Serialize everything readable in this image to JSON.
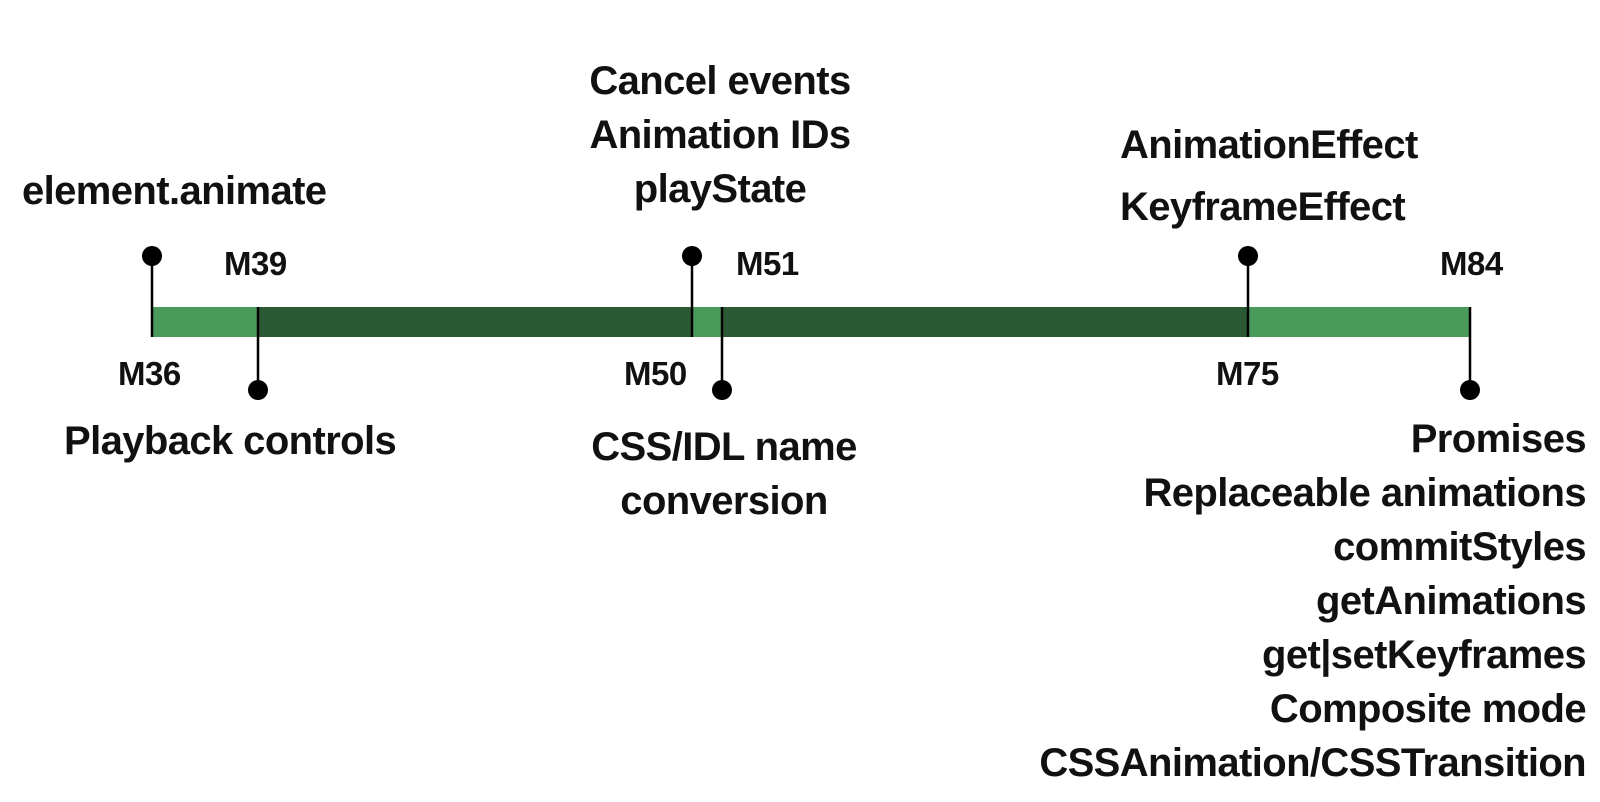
{
  "colors": {
    "light_green": "#4a9a5c",
    "dark_green": "#2a5a33",
    "marker": "#000000"
  },
  "timeline": {
    "segments": [
      {
        "from": "M36",
        "to": "M39",
        "shade": "light"
      },
      {
        "from": "M39",
        "to": "M50",
        "shade": "dark"
      },
      {
        "from": "M50",
        "to": "M51",
        "shade": "light"
      },
      {
        "from": "M51",
        "to": "M75",
        "shade": "dark"
      },
      {
        "from": "M75",
        "to": "M84",
        "shade": "light"
      }
    ]
  },
  "milestones": [
    {
      "label": "M36",
      "side": "above",
      "features": [
        "element.animate"
      ]
    },
    {
      "label": "M39",
      "side": "below",
      "features": [
        "Playback controls"
      ]
    },
    {
      "label": "M50",
      "side": "above",
      "features": [
        "Cancel events",
        "Animation IDs",
        "playState"
      ]
    },
    {
      "label": "M51",
      "side": "below",
      "features": [
        "CSS/IDL name",
        "conversion"
      ]
    },
    {
      "label": "M75",
      "side": "above",
      "features": [
        "AnimationEffect",
        "KeyframeEffect"
      ]
    },
    {
      "label": "M84",
      "side": "below",
      "features": [
        "Promises",
        "Replaceable animations",
        "commitStyles",
        "getAnimations",
        "get|setKeyframes",
        "Composite mode",
        "CSSAnimation/CSSTransition"
      ]
    }
  ]
}
